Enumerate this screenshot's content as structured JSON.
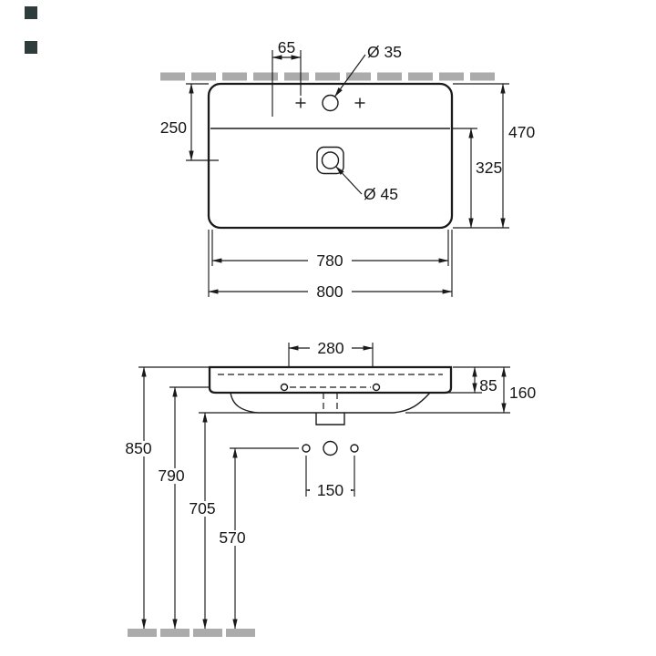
{
  "colors": {
    "line": "#1a1a1a",
    "hatch": "#ababab",
    "corner_marker": "#2e3d3c",
    "background": "#ffffff"
  },
  "top_view": {
    "hole_spacing": "65",
    "tap_hole_dia": "Ø 35",
    "depth_to_drain": "250",
    "total_depth": "470",
    "front_depth": "325",
    "drain_dia": "Ø 45",
    "inner_width": "780",
    "total_width": "800"
  },
  "front_view": {
    "deck_width": "280",
    "rim_height": "85",
    "body_height": "160",
    "fixing_spacing": "150",
    "height_total": "850",
    "height_rim_underside": "790",
    "height_bowl_underside": "705",
    "height_fixing": "570"
  }
}
